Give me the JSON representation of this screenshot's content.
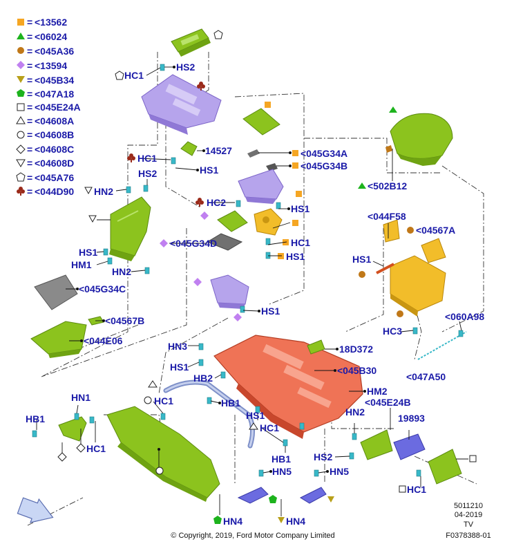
{
  "legend": [
    {
      "symbol": "square-orange",
      "text": "<13562"
    },
    {
      "symbol": "triangle-green",
      "text": "<06024"
    },
    {
      "symbol": "circle-brown",
      "text": "<045A36"
    },
    {
      "symbol": "diamond-violet",
      "text": "<13594"
    },
    {
      "symbol": "triangle-down-olive",
      "text": "<045B34"
    },
    {
      "symbol": "pentagon-green",
      "text": "<047A18"
    },
    {
      "symbol": "square-outline",
      "text": "<045E24A"
    },
    {
      "symbol": "triangle-outline",
      "text": "<04608A"
    },
    {
      "symbol": "circle-outline",
      "text": "<04608B"
    },
    {
      "symbol": "diamond-outline",
      "text": "<04608C"
    },
    {
      "symbol": "triangle-down-outline",
      "text": "<04608D"
    },
    {
      "symbol": "pentagon-outline",
      "text": "<045A76"
    },
    {
      "symbol": "club-darkred",
      "text": "<044D90"
    }
  ],
  "legend_separator": "=",
  "callouts": {
    "hc1_a": "HC1",
    "hs2_a": "HS2",
    "n14527": "14527",
    "hc1_b": "HC1",
    "hs1_a": "HS1",
    "hs2_b": "HS2",
    "hn2_a": "HN2",
    "hs1_b": "HS1",
    "hm1": "HM1",
    "hn2_b": "HN2",
    "g34c": "<045G34C",
    "b04567": "<04567B",
    "e044": "<044E06",
    "hc2": "HC2",
    "g34d": "<045G34D",
    "g34a": "<045G34A",
    "g34b": "<045G34B",
    "hs1_c": "HS1",
    "hc1_c": "HC1",
    "hs1_d": "HS1",
    "hs1_e": "HS1",
    "b502": "<502B12",
    "f044": "<044F58",
    "a04567": "<04567A",
    "hs1_f": "HS1",
    "hc3": "HC3",
    "a060": "<060A98",
    "a047": "<047A50",
    "hn3": "HN3",
    "hs1_g": "HS1",
    "hb2": "HB2",
    "hb1_a": "HB1",
    "d18": "18D372",
    "b045": "<045B30",
    "hm2": "HM2",
    "e24b": "<045E24B",
    "hc1_d": "HC1",
    "hn1": "HN1",
    "hb1_b": "HB1",
    "hc1_e": "HC1",
    "hs1_h": "HS1",
    "hc1_f": "HC1",
    "hb1_c": "HB1",
    "hn2_c": "HN2",
    "n19893": "19893",
    "hs2_c": "HS2",
    "hn5_a": "HN5",
    "hn5_b": "HN5",
    "hc1_g": "HC1",
    "hn4_a": "HN4",
    "hn4_b": "HN4"
  },
  "footer": {
    "code": "5011210",
    "date": "04-2019",
    "tv": "TV",
    "copyright": "© Copyright, 2019, Ford Motor Company Limited",
    "figure_id": "F0378388-01"
  },
  "colors": {
    "label": "#1a1aa8",
    "green": "#8cc31e",
    "orange_red": "#ee6a48",
    "purple": "#9b7fd8",
    "gold": "#e8a818",
    "blue_violet": "#6b6be0",
    "gray": "#808080",
    "cyan": "#38b8c8",
    "legend_orange": "#f5a623",
    "legend_green": "#1db31d",
    "legend_brown": "#c07818",
    "legend_violet": "#c080f0",
    "legend_olive": "#b8a01a",
    "legend_darkred": "#9a2a1a"
  },
  "orientation_icon": "front-arrow-icon"
}
